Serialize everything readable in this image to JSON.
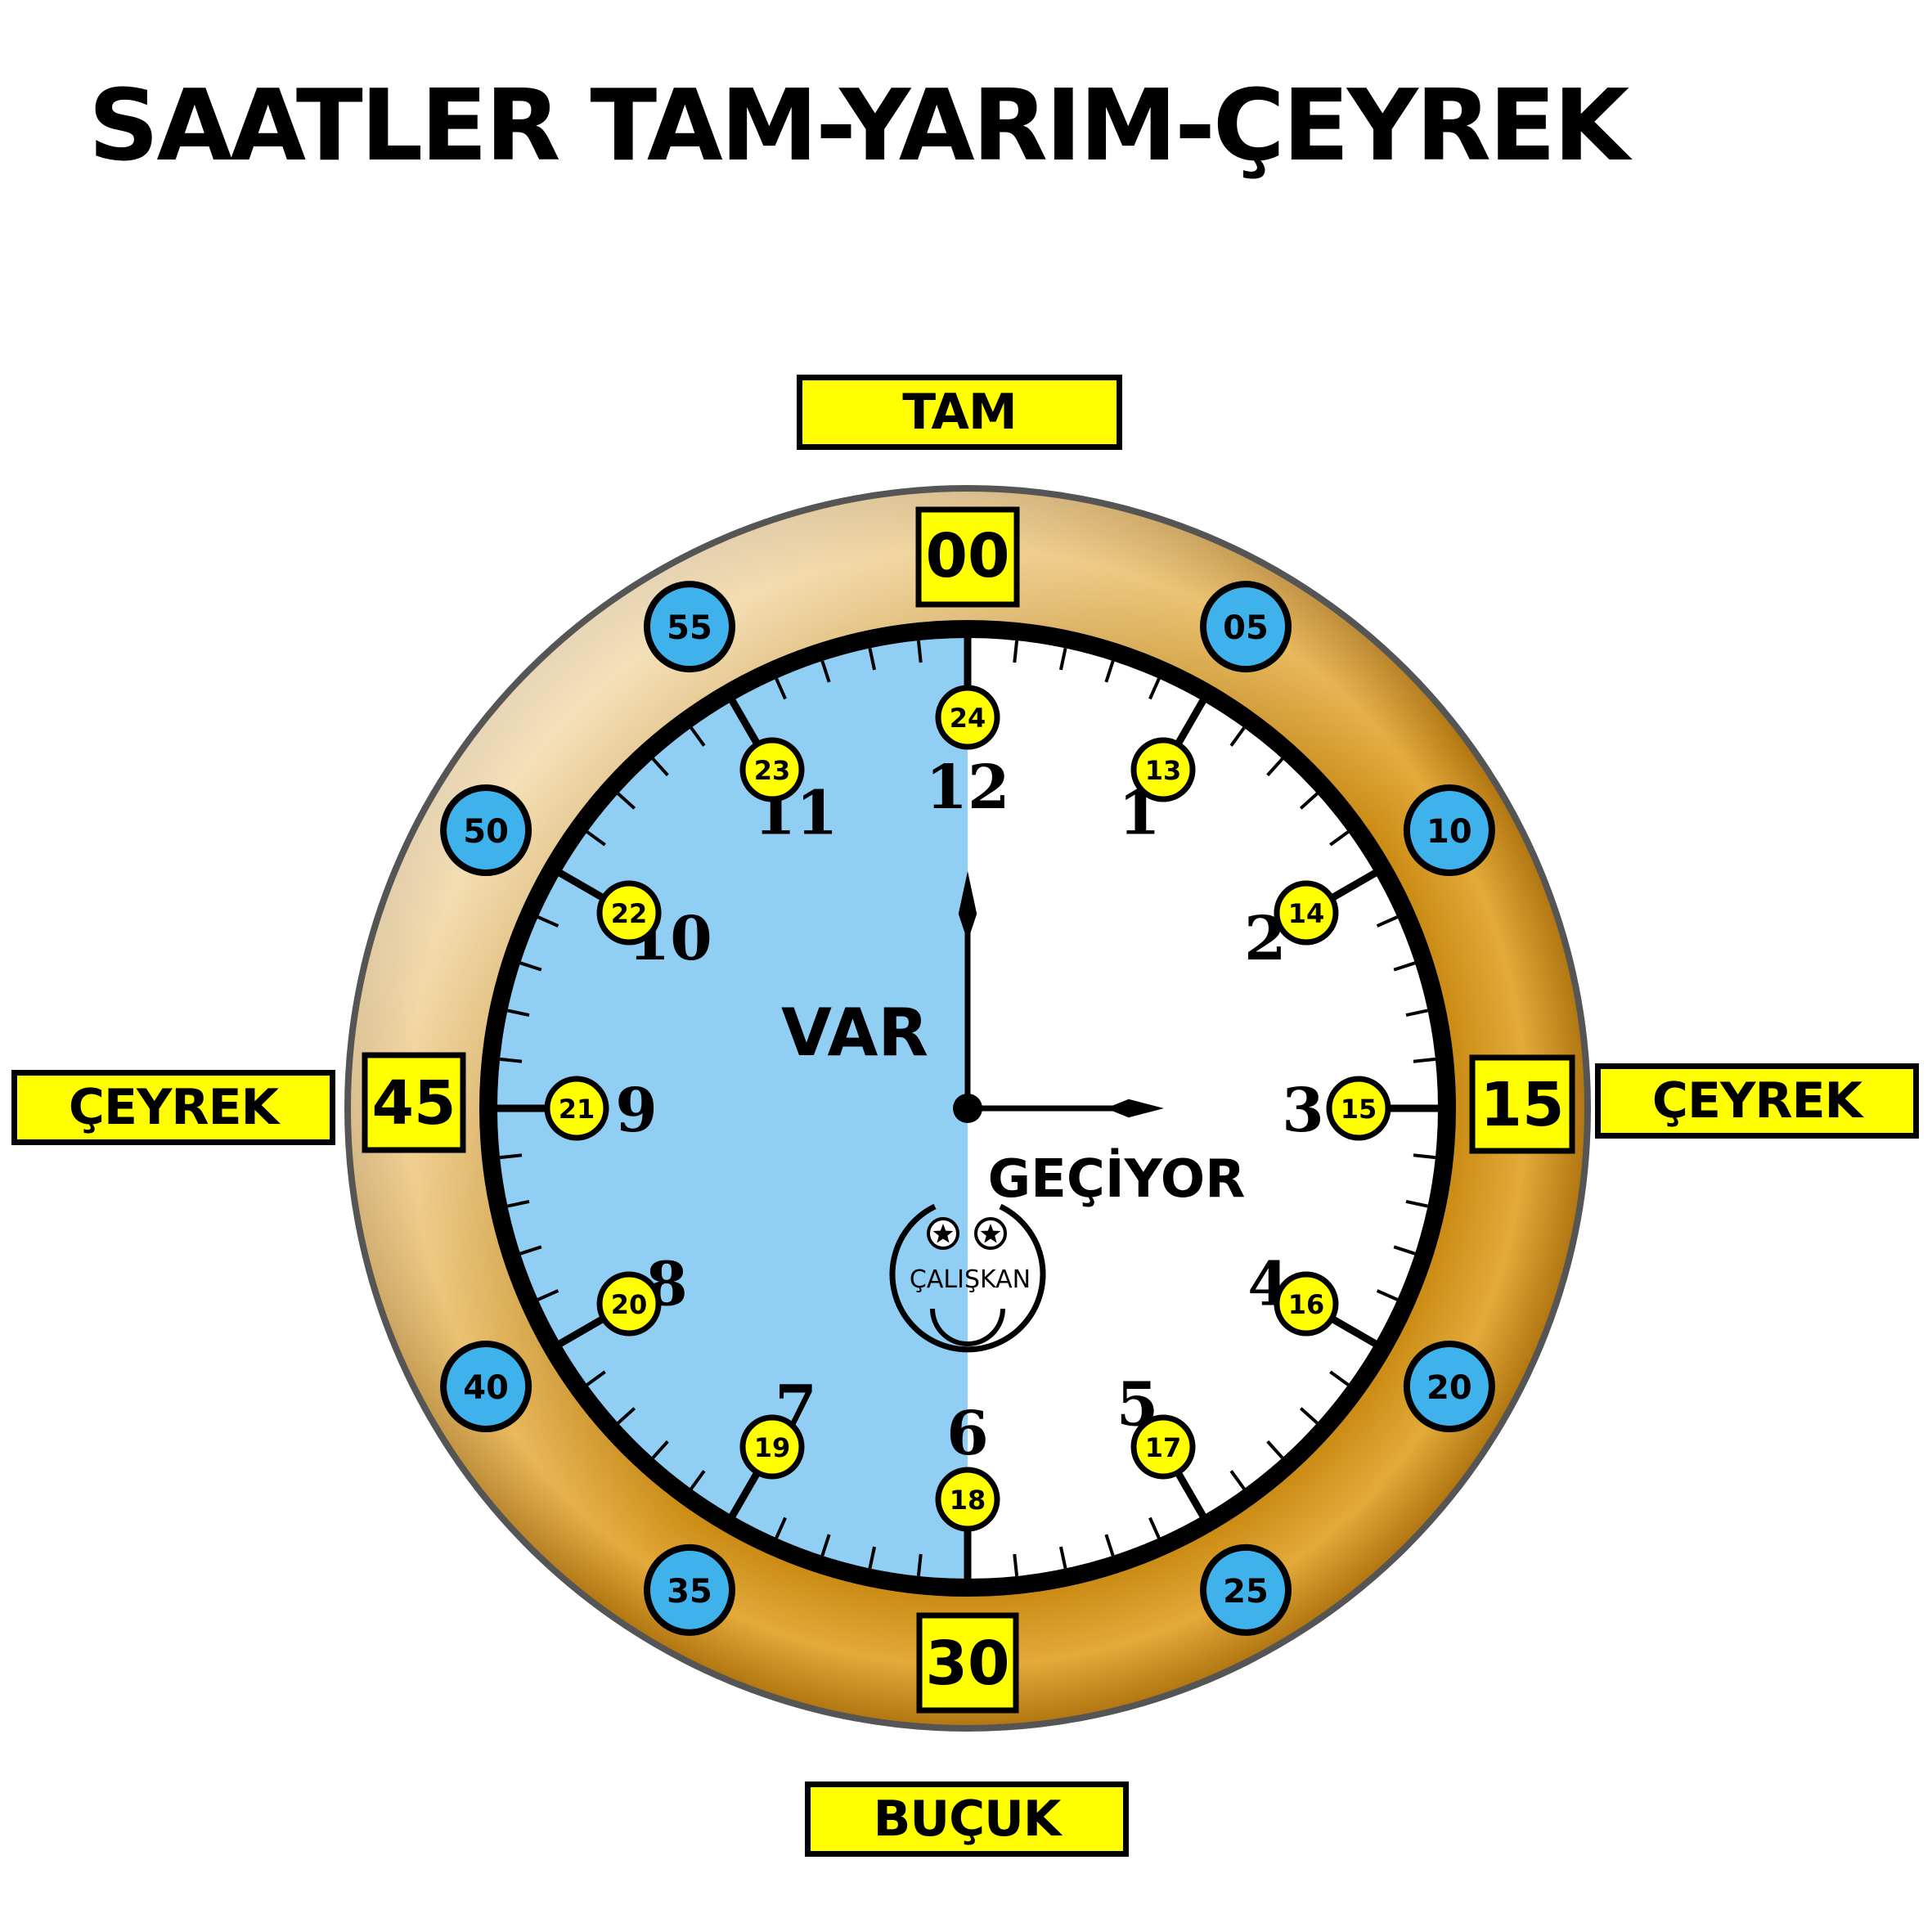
{
  "title": "SAATLER TAM-YARIM-ÇEYREK",
  "labels": {
    "top": "TAM",
    "bottom": "BUÇUK",
    "left": "ÇEYREK",
    "right": "ÇEYREK"
  },
  "minute_boxes": {
    "top": "00",
    "right": "15",
    "bottom": "30",
    "left": "45"
  },
  "minute_circles": [
    "05",
    "10",
    "20",
    "25",
    "35",
    "40",
    "50",
    "55"
  ],
  "hours": [
    "1",
    "2",
    "3",
    "4",
    "5",
    "6",
    "7",
    "8",
    "9",
    "10",
    "11",
    "12"
  ],
  "hours_24": [
    "13",
    "14",
    "15",
    "16",
    "17",
    "18",
    "19",
    "20",
    "21",
    "22",
    "23",
    "24"
  ],
  "face_text": {
    "var": "VAR",
    "geciyor": "GEÇİYOR"
  },
  "logo_text": "ÇALIŞKAN",
  "clock_time": {
    "hour": 3,
    "minute": 0
  },
  "colors": {
    "bezel": "#d99a1c",
    "highlight_yellow": "#ffff00",
    "minute_blue": "#3fb2ec",
    "face_blue": "#91cef4",
    "face_white": "#ffffff",
    "ink": "#000000"
  }
}
